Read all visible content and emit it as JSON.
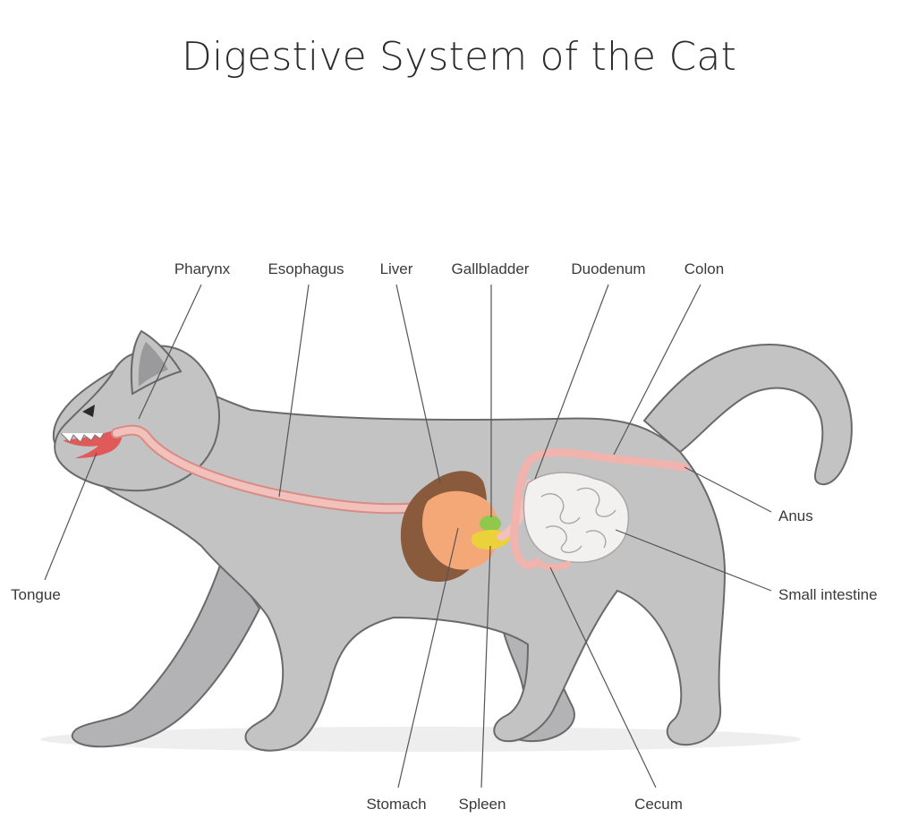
{
  "title": "Digestive System of the Cat",
  "colors": {
    "body": "#c3c3c4",
    "body_outline": "#6a6a6a",
    "esophagus": "#f2c1bb",
    "esophagus_outline": "#d88c86",
    "liver": "#8a5a3c",
    "stomach": "#f4a877",
    "gallbladder": "#8fc84a",
    "spleen": "#ecd23a",
    "intestine": "#f3f0f0",
    "colon": "#f1b3ad",
    "mouth": "#e05a5a"
  },
  "labels": {
    "pharynx": "Pharynx",
    "esophagus": "Esophagus",
    "liver": "Liver",
    "gallbladder": "Gallbladder",
    "duodenum": "Duodenum",
    "colon": "Colon",
    "anus": "Anus",
    "small_intestine": "Small intestine",
    "tongue": "Tongue",
    "stomach": "Stomach",
    "spleen": "Spleen",
    "cecum": "Cecum"
  }
}
